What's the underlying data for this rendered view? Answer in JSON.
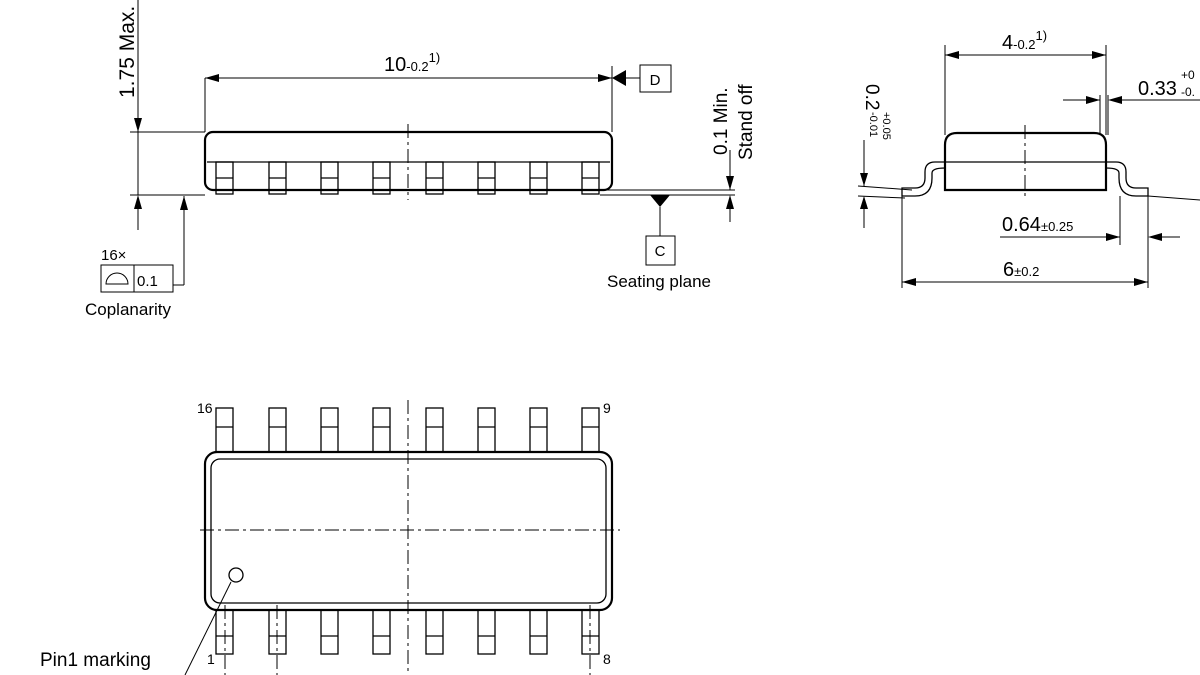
{
  "side_view": {
    "height_label": "1.75 Max.",
    "length_value": "10",
    "length_tol": "-0.2",
    "length_note": "1)",
    "datum_d": "D",
    "datum_c": "C",
    "standoff_value": "0.1 Min.",
    "standoff_text": "Stand off",
    "seating_plane": "Seating plane",
    "coplanarity_count": "16×",
    "coplanarity_value": "0.1",
    "coplanarity_label": "Coplanarity"
  },
  "end_view": {
    "width_value": "4",
    "width_tol": "-0.2",
    "width_note": "1)",
    "lead_width_value": "0.33",
    "lead_width_tol": "+0",
    "lead_width_tol_lower": "-0.",
    "lead_thk_value": "0.2",
    "lead_thk_tol_upper": "+0.05",
    "lead_thk_tol_lower": "-0.01",
    "foot_value": "0.64",
    "foot_tol": "±0.25",
    "span_value": "6",
    "span_tol": "±0.2"
  },
  "top_view": {
    "pin_16": "16",
    "pin_9": "9",
    "pin_1": "1",
    "pin_8": "8",
    "pin1_marking": "Pin1 marking"
  }
}
